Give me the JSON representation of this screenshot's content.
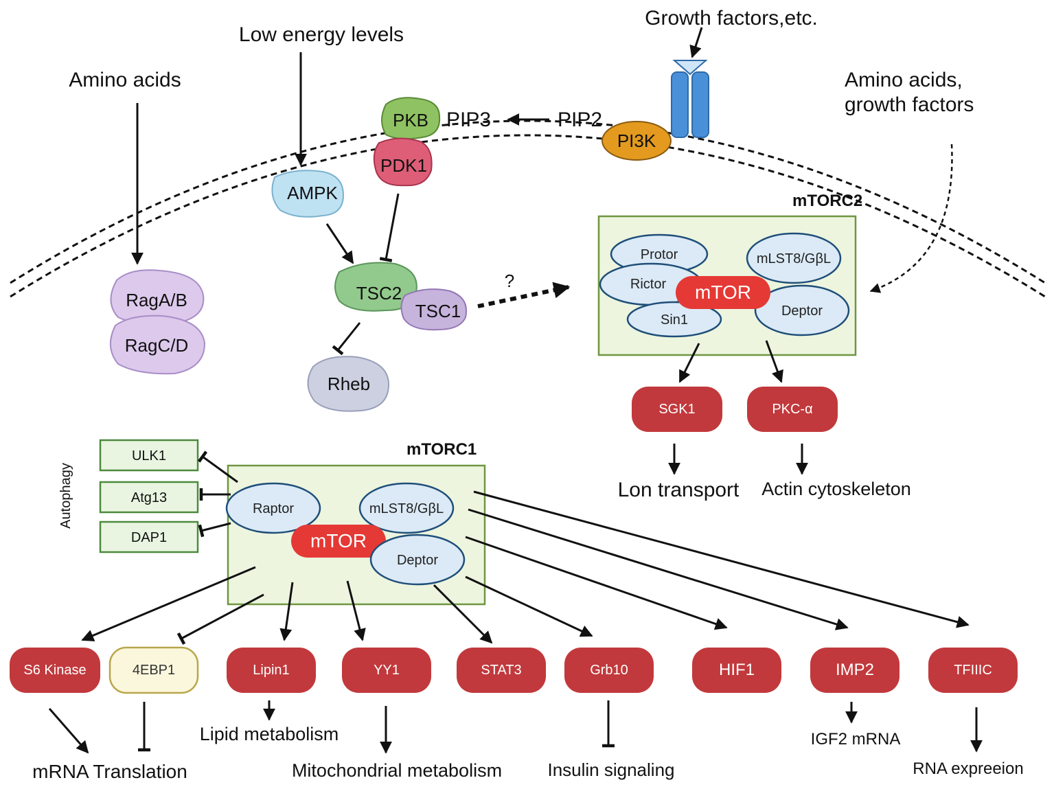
{
  "inputs": {
    "growth_factors": "Growth factors,etc.",
    "low_energy": "Low energy levels",
    "amino_acids": "Amino acids",
    "amino_growth_line1": "Amino acids,",
    "amino_growth_line2": "growth factors"
  },
  "proteins": {
    "pkb": "PKB",
    "pip3": "PIP3",
    "pip2": "PIP2",
    "pi3k": "PI3K",
    "pdk1": "PDK1",
    "ampk": "AMPK",
    "tsc2": "TSC2",
    "tsc1": "TSC1",
    "rheb": "Rheb",
    "raga": "RagA/B",
    "ragc": "RagC/D",
    "question": "?"
  },
  "mtorc2": {
    "title": "mTORC2",
    "protor": "Protor",
    "rictor": "Rictor",
    "mlst8": "mLST8/GβL",
    "mtor": "mTOR",
    "sin1": "Sin1",
    "deptor": "Deptor",
    "sgk1": "SGK1",
    "pkc": "PKC-α",
    "ion_transport": "Lon transport",
    "actin": "Actin cytoskeleton"
  },
  "mtorc1": {
    "title": "mTORC1",
    "raptor": "Raptor",
    "mlst8": "mLST8/GβL",
    "mtor": "mTOR",
    "deptor": "Deptor",
    "autophagy": "Autophagy",
    "ulk1": "ULK1",
    "atg13": "Atg13",
    "dap1": "DAP1"
  },
  "targets": {
    "s6k": "S6  Kinase",
    "ebp1": "4EBP1",
    "lipin1": "Lipin1",
    "yy1": "YY1",
    "stat3": "STAT3",
    "grb10": "Grb10",
    "hif1": "HIF1",
    "imp2": "IMP2",
    "tfiiic": "TFIIIC"
  },
  "outcomes": {
    "mrna_translation": "mRNA Translation",
    "lipid": "Lipid metabolism",
    "mito": "Mitochondrial metabolism",
    "insulin": "Insulin signaling",
    "igf2": "IGF2 mRNA",
    "rna": "RNA expreeion"
  },
  "colors": {
    "red_box": "#c1393c",
    "mtor_red": "#e53935",
    "complex_fill": "#edf5df",
    "complex_border": "#6f9640",
    "subunit_fill": "#dbeaf6",
    "subunit_border": "#1f4e79",
    "green_box_fill": "#e9f5e1",
    "green_box_border": "#4c8a3c",
    "ebp1_fill": "#fbf7dc",
    "ebp1_border": "#b8a64a",
    "receptor": "#4a90d9",
    "pi3k": "#e39a1f",
    "pkb": "#8fc262",
    "pdk1": "#de5e77",
    "ampk": "#bfe2f2",
    "tsc2": "#92c98c",
    "tsc1": "#c7b4dd",
    "rheb": "#ccd0e1",
    "rag": "#dcc9ec"
  }
}
